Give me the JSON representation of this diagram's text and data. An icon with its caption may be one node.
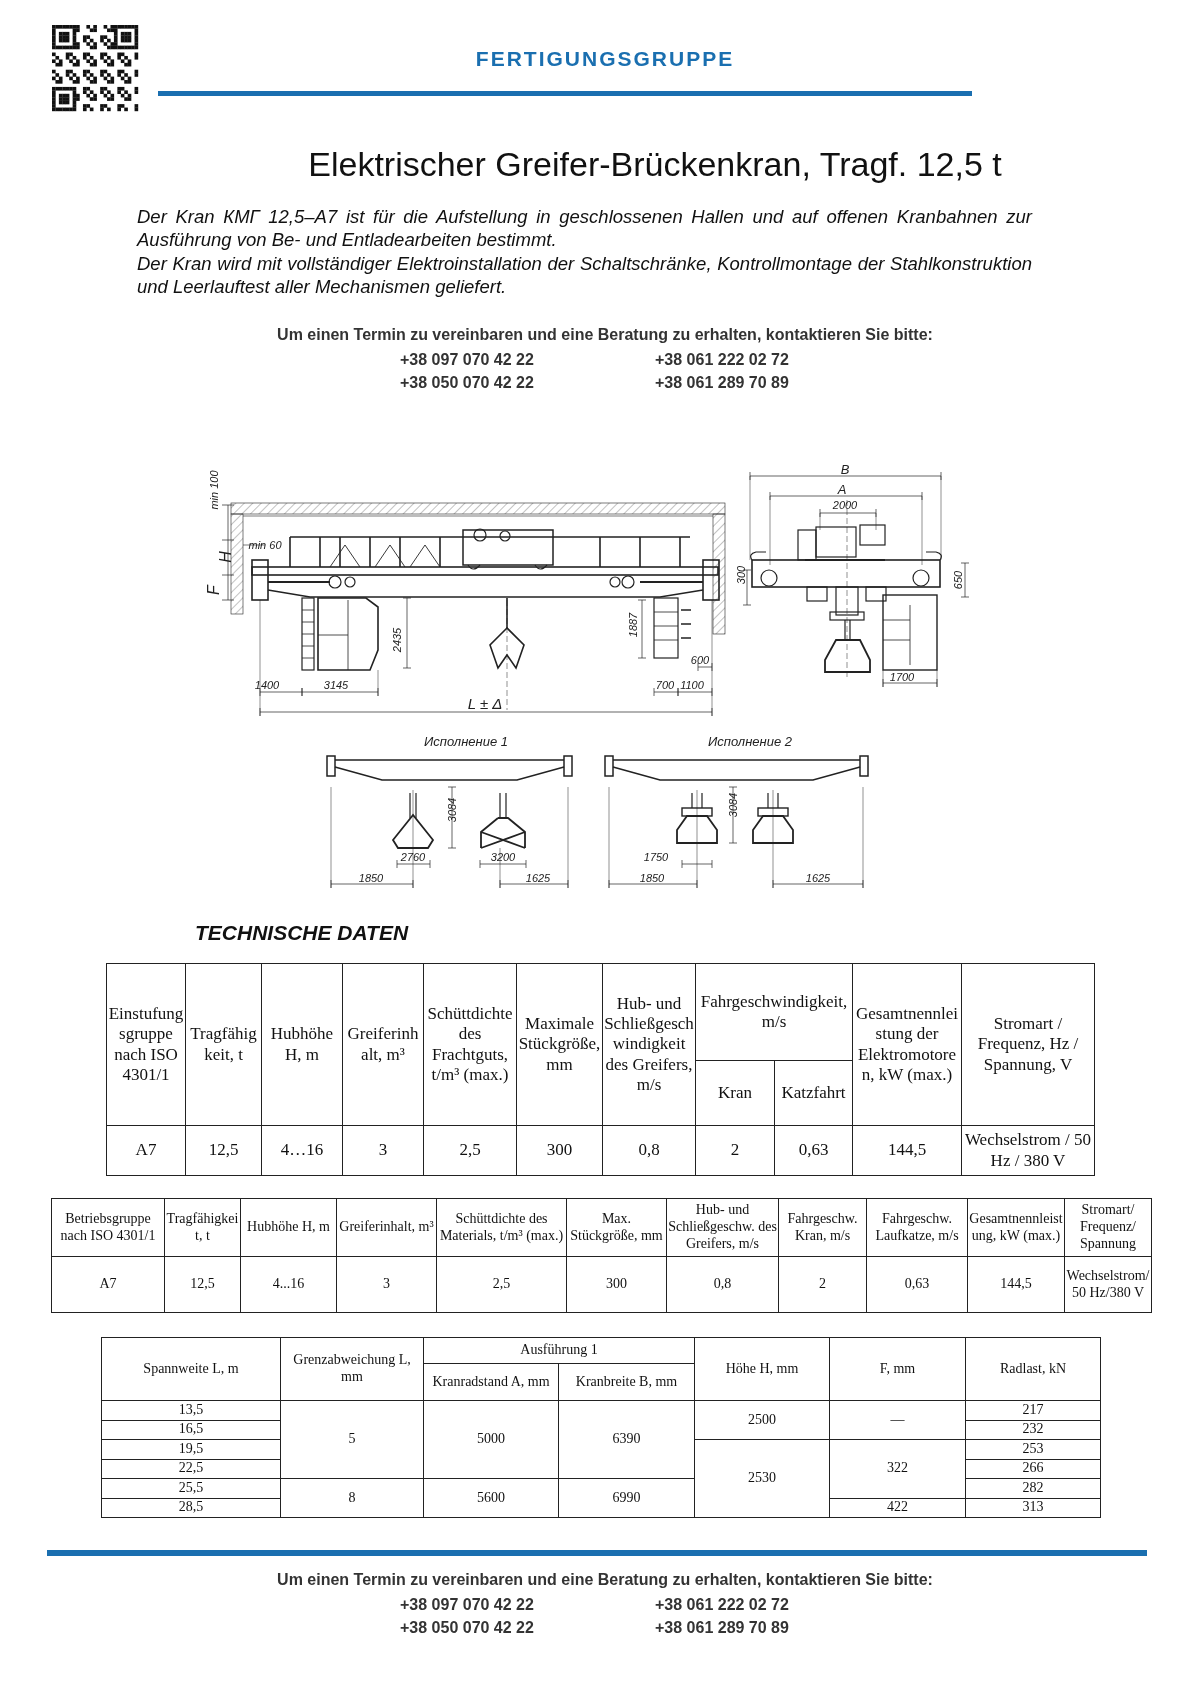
{
  "diagram": {
    "title": "Elektrischer Greifer-Brückenkran, Tragf. 12,5 t",
    "labels": [
      "FERTIGUNGSGRUPPE",
      "Der Kran КМГ 12,5–А7 ist für die Aufstellung in geschlossenen Hallen und auf offenen Kranbahnen zur Ausführung von Be- und Entladearbeiten bestimmt.",
      "Der Kran wird mit vollständiger Elektroinstallation der Schaltschränke, Kontrollmontage der Stahlkonstruktion und Leerlauftest aller Mechanismen geliefert.",
      "Um einen Termin zu vereinbaren und eine Beratung zu erhalten, kontaktieren Sie bitte:",
      "+38 097 070 42 22",
      "+38 061 222 02 72",
      "+38 050 070 42 22",
      "+38 061 289 70 89",
      "min 100",
      "H",
      "F",
      "min 60",
      "2435",
      "1887",
      "600",
      "1400",
      "3145",
      "700",
      "1100",
      "L ± Δ",
      "B",
      "A",
      "2000",
      "300",
      "650",
      "1700",
      "Исполнение 1",
      "Исполнение 2",
      "3084",
      "2760",
      "3200",
      "1850",
      "1625",
      "3084",
      "1750",
      "1850",
      "1625",
      "TECHNISCHE DATEN",
      "Einstufungsgruppe nach ISO 4301/1",
      "Tragfähigkeit, t",
      "Hubhöhe H, m",
      "Greiferinhalt, m³",
      "Schüttdichte des Frachtguts, t/m³ (max.)",
      "Maximale Stückgröße, mm",
      "Hub- und Schließgeschwindigkeit des Greifers, m/s",
      "Fahrgeschwindigkeit, m/s",
      "Gesamtnennleistung der Elektromotoren, kW (max.)",
      "Stromart / Frequenz, Hz / Spannung, V",
      "Kran",
      "Katzfahrt",
      "A7",
      "12,5",
      "4…16",
      "3",
      "2,5",
      "300",
      "0,8",
      "2",
      "0,63",
      "144,5",
      "Wechselstrom / 50 Hz / 380 V",
      "Betriebsgruppe nach ISO 4301/1",
      "Tragfähigkeit, t",
      "Hubhöhe H, m",
      "Greiferinhalt, m³",
      "Schüttdichte des Materials, t/m³ (max.)",
      "Max. Stückgröße, mm",
      "Hub- und Schließgeschw. des Greifers, m/s",
      "Fahrgeschw. Kran, m/s",
      "Fahrgeschw. Laufkatze, m/s",
      "Gesamtnennleistung, kW (max.)",
      "Stromart/ Frequenz/ Spannung",
      "A7",
      "12,5",
      "4...16",
      "3",
      "2,5",
      "300",
      "0,8",
      "2",
      "0,63",
      "144,5",
      "Wechselstrom/50 Hz/380 V",
      "Spannweite L, m",
      "Grenzabweichung L, mm",
      "Ausführung 1",
      "Höhe H, mm",
      "F, mm",
      "Radlast, kN",
      "Kranradstand A, mm",
      "Kranbreite B, mm",
      "13,5",
      "5",
      "5000",
      "6390",
      "2500",
      "—",
      "217",
      "16,5",
      "232",
      "19,5",
      "2530",
      "322",
      "253",
      "22,5",
      "266",
      "25,5",
      "8",
      "5600",
      "6990",
      "282",
      "28,5",
      "422",
      "313",
      "Um einen Termin zu vereinbaren und eine Beratung zu erhalten, kontaktieren Sie bitte:",
      "+38 097 070 42 22",
      "+38 061 222 02 72",
      "+38 050 070 42 22",
      "+38 061 289 70 89"
    ]
  }
}
